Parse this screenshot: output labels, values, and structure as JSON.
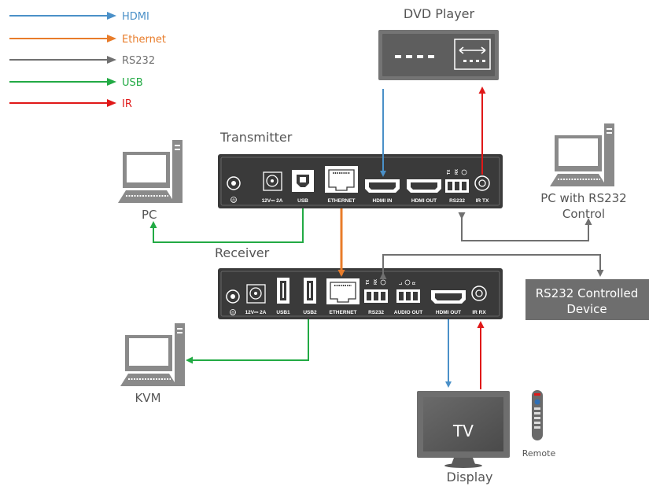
{
  "legend": {
    "items": [
      {
        "label": "HDMI",
        "color": "#4a90c8"
      },
      {
        "label": "Ethernet",
        "color": "#e87c2a"
      },
      {
        "label": "RS232",
        "color": "#707070"
      },
      {
        "label": "USB",
        "color": "#22aa44"
      },
      {
        "label": "IR",
        "color": "#e01818"
      }
    ]
  },
  "devices": {
    "dvd_player": "DVD Player",
    "transmitter": "Transmitter",
    "receiver": "Receiver",
    "pc": "PC",
    "pc_rs232_line1": "PC with RS232",
    "pc_rs232_line2": "Control",
    "rs232_device_line1": "RS232 Controlled",
    "rs232_device_line2": "Device",
    "kvm": "KVM",
    "tv": "TV",
    "display": "Display",
    "remote": "Remote"
  },
  "transmitter_ports": {
    "power": "12V⎓ 2A",
    "usb": "USB",
    "ethernet": "ETHERNET",
    "hdmi_in": "HDMI IN",
    "hdmi_out": "HDMI OUT",
    "rs232": "RS232",
    "ir_tx": "IR TX",
    "pin_tx": "TX",
    "pin_rx": "RX"
  },
  "receiver_ports": {
    "power": "12V⎓ 2A",
    "usb1": "USB1",
    "usb2": "USB2",
    "ethernet": "ETHERNET",
    "rs232": "RS232",
    "audio_out": "AUDIO OUT",
    "hdmi_out": "HDMI OUT",
    "ir_rx": "IR RX",
    "pin_tx": "TX",
    "pin_rx": "RX",
    "pin_l": "L",
    "pin_r": "R"
  },
  "colors": {
    "hdmi": "#4a90c8",
    "ethernet": "#e87c2a",
    "rs232": "#707070",
    "usb": "#22aa44",
    "ir": "#e01818",
    "panel": "#3a3a3a",
    "rs232_box": "#6e6e6e"
  }
}
